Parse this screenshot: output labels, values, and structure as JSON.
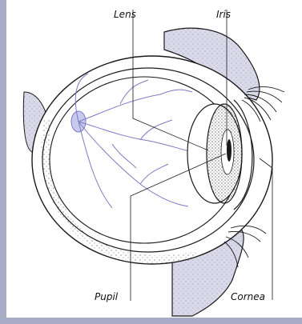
{
  "labels": {
    "lens": "Lens",
    "iris": "Iris",
    "pupil": "Pupil",
    "cornea": "Cornea"
  },
  "colors": {
    "frame": "#a8abc6",
    "tissue": "#d9d9ea",
    "veins": "#7c7bc4",
    "outline": "#1a1a1a"
  }
}
